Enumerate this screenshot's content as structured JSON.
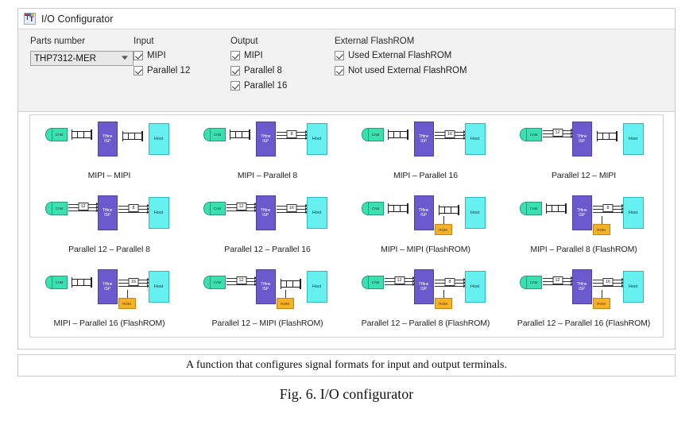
{
  "window": {
    "title": "I/O Configurator",
    "icon": "thine-app-icon"
  },
  "settings": {
    "parts": {
      "label": "Parts number",
      "selected": "THP7312-MER",
      "options": [
        "THP7312-MER"
      ]
    },
    "input": {
      "label": "Input",
      "items": [
        {
          "label": "MIPI",
          "checked": true
        },
        {
          "label": "Parallel 12",
          "checked": true
        }
      ]
    },
    "output": {
      "label": "Output",
      "items": [
        {
          "label": "MIPI",
          "checked": true
        },
        {
          "label": "Parallel 8",
          "checked": true
        },
        {
          "label": "Parallel 16",
          "checked": true
        }
      ]
    },
    "flashrom": {
      "label": "External FlashROM",
      "items": [
        {
          "label": "Used External FlashROM",
          "checked": true
        },
        {
          "label": "Not used External FlashROM",
          "checked": true
        }
      ]
    }
  },
  "blocks": {
    "cam": "CAM",
    "isp_line1": "THine",
    "isp_line2": "ISP",
    "host": "Host",
    "rom": "ROM"
  },
  "gallery": {
    "cells": [
      {
        "label": "MIPI – MIPI",
        "in": "mipi",
        "in_width": "",
        "out": "mipi",
        "out_width": "",
        "rom": false
      },
      {
        "label": "MIPI – Parallel 8",
        "in": "mipi",
        "in_width": "",
        "out": "par",
        "out_width": "8",
        "rom": false
      },
      {
        "label": "MIPI – Parallel 16",
        "in": "mipi",
        "in_width": "",
        "out": "par",
        "out_width": "16",
        "rom": false
      },
      {
        "label": "Parallel 12 – MIPI",
        "in": "par",
        "in_width": "12",
        "out": "mipi",
        "out_width": "",
        "rom": false
      },
      {
        "label": "Parallel 12 – Parallel 8",
        "in": "par",
        "in_width": "12",
        "out": "par",
        "out_width": "8",
        "rom": false
      },
      {
        "label": "Parallel 12 – Parallel 16",
        "in": "par",
        "in_width": "12",
        "out": "par",
        "out_width": "16",
        "rom": false
      },
      {
        "label": "MIPI – MIPI (FlashROM)",
        "in": "mipi",
        "in_width": "",
        "out": "mipi",
        "out_width": "",
        "rom": true
      },
      {
        "label": "MIPI – Parallel 8 (FlashROM)",
        "in": "mipi",
        "in_width": "",
        "out": "par",
        "out_width": "8",
        "rom": true
      },
      {
        "label": "MIPI – Parallel 16 (FlashROM)",
        "in": "mipi",
        "in_width": "",
        "out": "par",
        "out_width": "16",
        "rom": true
      },
      {
        "label": "Parallel 12 – MIPI (FlashROM)",
        "in": "par",
        "in_width": "12",
        "out": "mipi",
        "out_width": "",
        "rom": true
      },
      {
        "label": "Parallel 12 – Parallel 8 (FlashROM)",
        "in": "par",
        "in_width": "12",
        "out": "par",
        "out_width": "8",
        "rom": true
      },
      {
        "label": "Parallel 12 – Parallel 16 (FlashROM)",
        "in": "par",
        "in_width": "12",
        "out": "par",
        "out_width": "16",
        "rom": true
      }
    ]
  },
  "caption": {
    "box_text": "A function that configures signal formats for input and output terminals.",
    "figure_text": "Fig. 6. I/O configurator"
  },
  "colors": {
    "cam": "#3ce0b0",
    "isp": "#6a5acd",
    "host": "#66f0f0",
    "rom": "#f5b229",
    "panel": "#f2f2f2",
    "frame": "#c8c8c8"
  }
}
